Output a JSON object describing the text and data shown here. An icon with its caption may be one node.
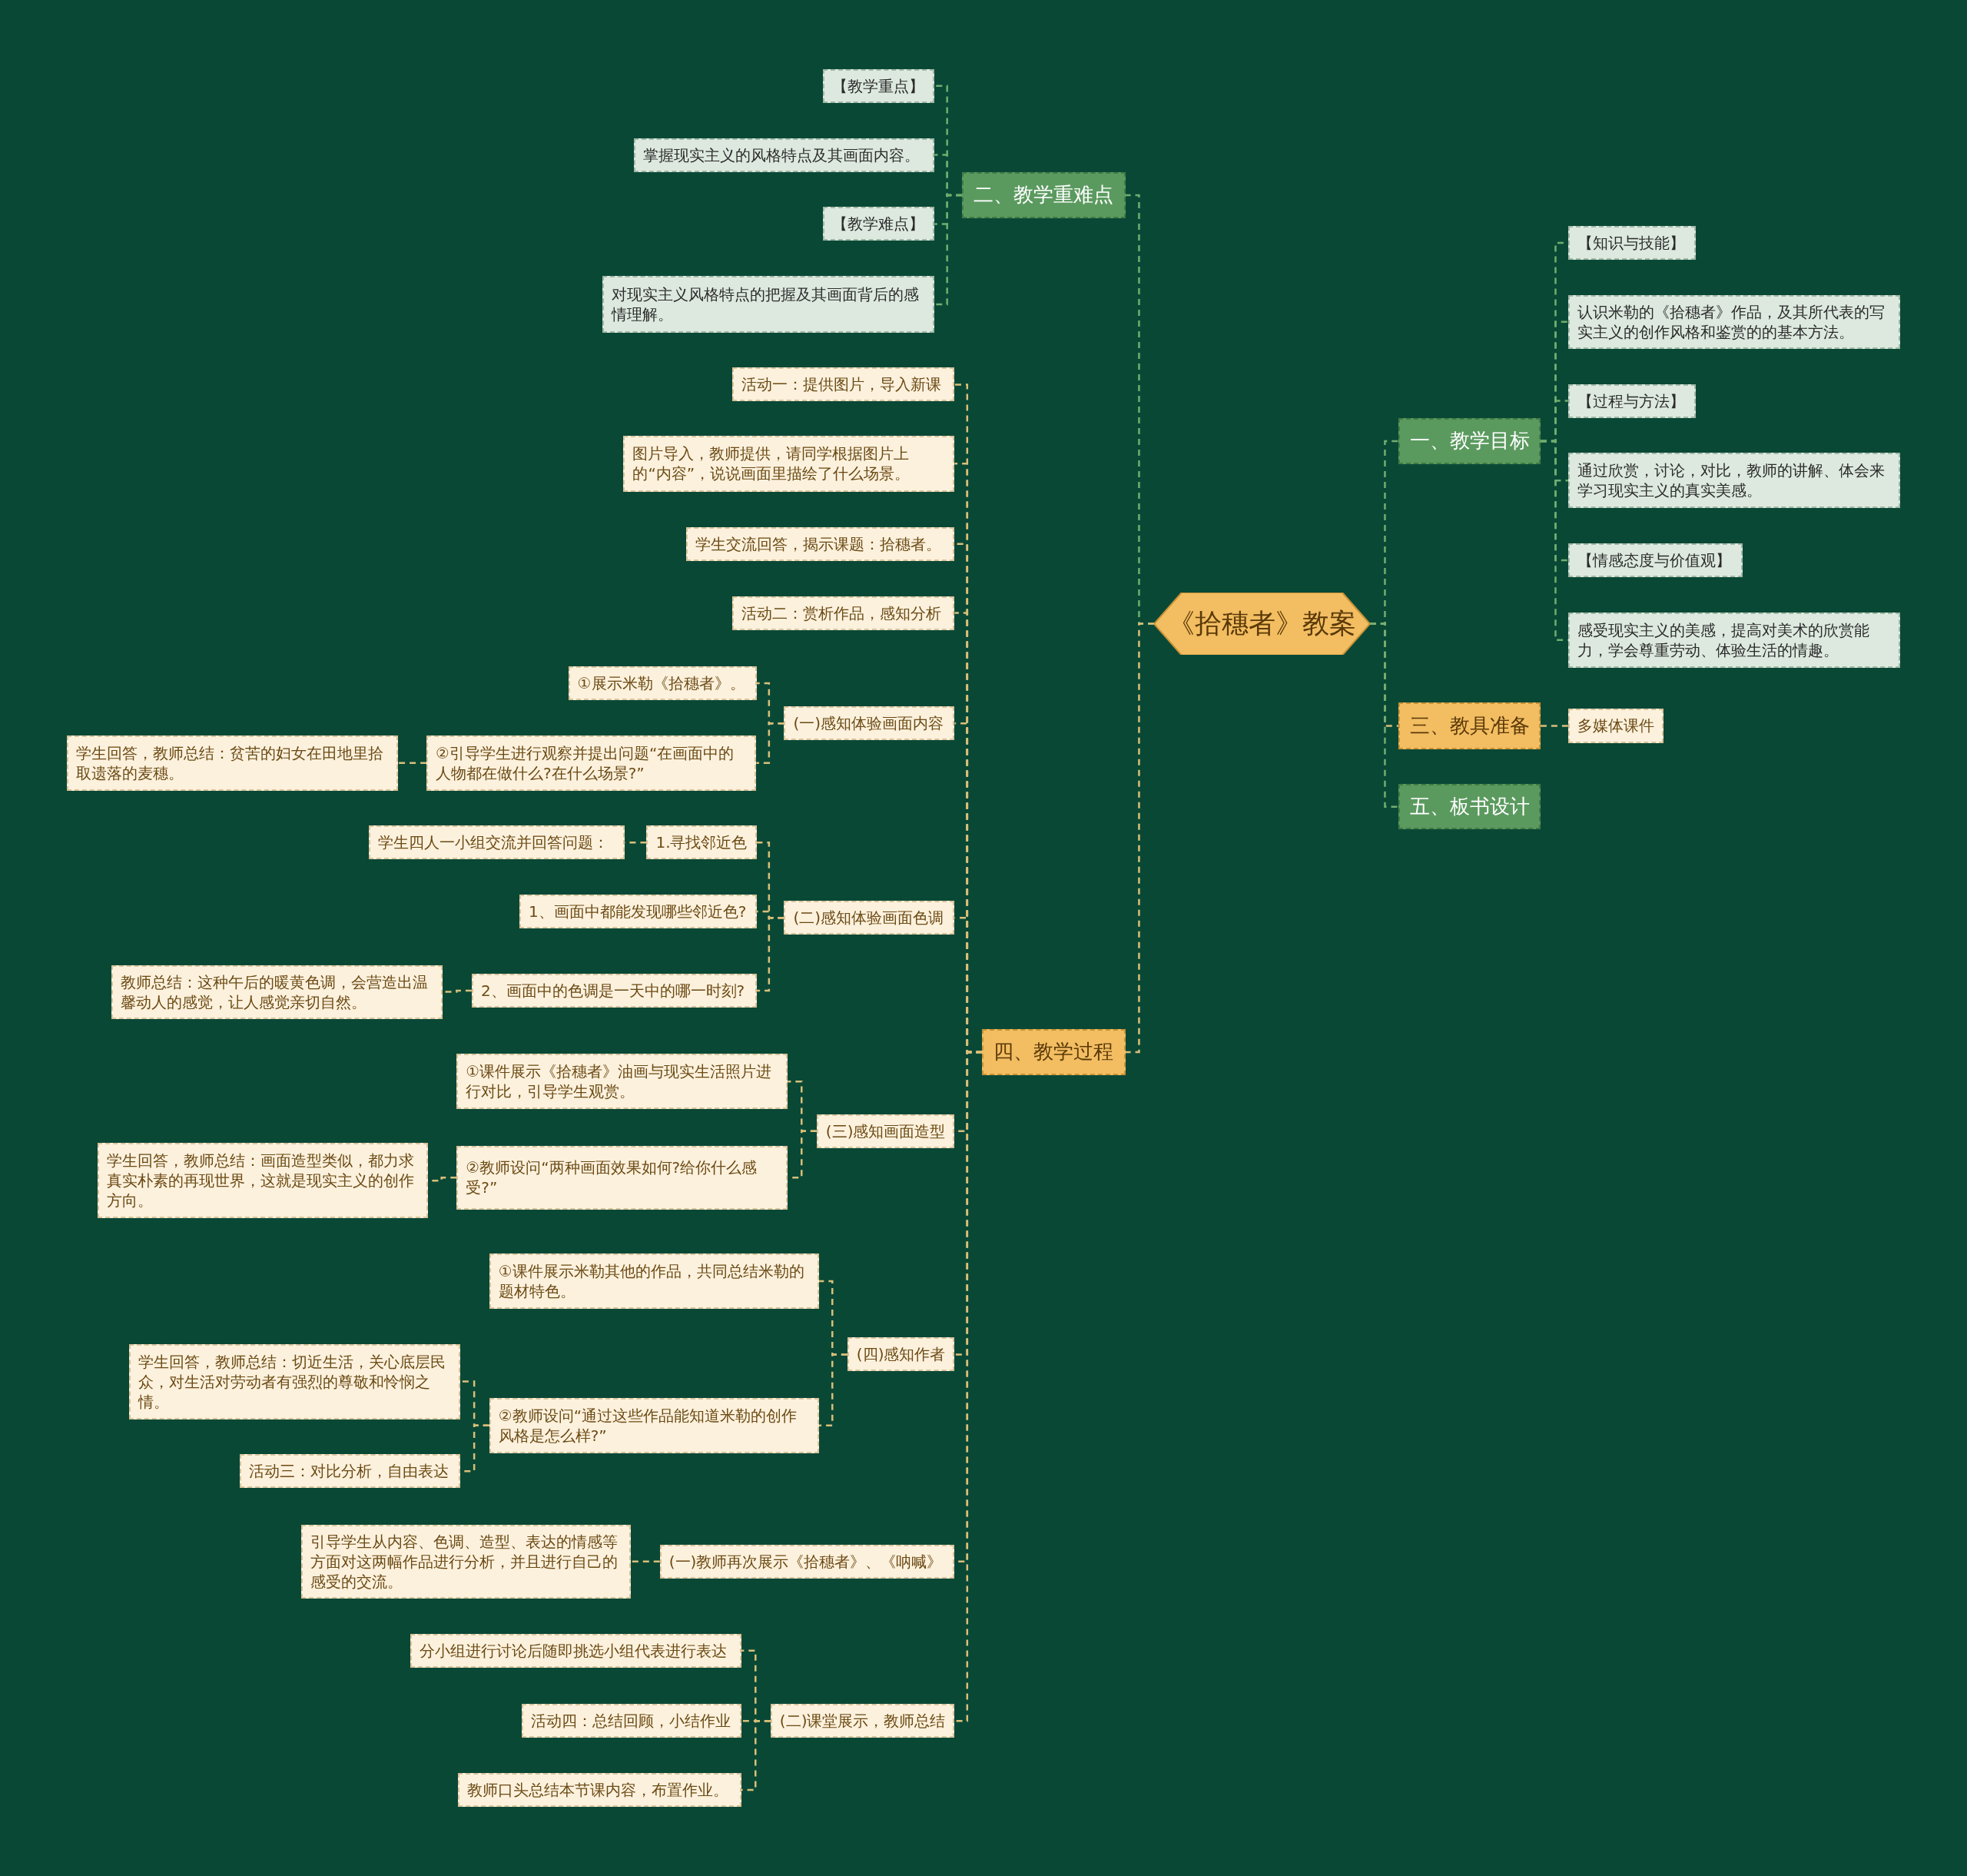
{
  "diagram": {
    "nodes": [
      {
        "text": [
          "《拾穗者》教案"
        ]
      },
      {
        "text": [
          "二、教学重难点"
        ]
      },
      {
        "text": [
          "【教学重点】"
        ]
      },
      {
        "text": [
          "掌握现实主义的风格特点及其画面内容。"
        ]
      },
      {
        "text": [
          "【教学难点】"
        ]
      },
      {
        "text": [
          "对现实主义风格特点的把握及其画面背后的感情理解。"
        ]
      },
      {
        "text": [
          "一、教学目标"
        ]
      },
      {
        "text": [
          "【知识与技能】"
        ]
      },
      {
        "text": [
          "认识米勒的《拾穗者》作品，及其所代表的写实主义的创作风格和鉴赏的的基本方法。"
        ]
      },
      {
        "text": [
          "【过程与方法】"
        ]
      },
      {
        "text": [
          "通过欣赏，讨论，对比，教师的讲解、体会来学习现实主义的真实美感。"
        ]
      },
      {
        "text": [
          "【情感态度与价值观】"
        ]
      },
      {
        "text": [
          "感受现实主义的美感，提高对美术的欣赏能力，学会尊重劳动、体验生活的情趣。"
        ]
      },
      {
        "text": [
          "三、教具准备"
        ]
      },
      {
        "text": [
          "多媒体课件"
        ]
      },
      {
        "text": [
          "五、板书设计"
        ]
      },
      {
        "text": [
          "四、教学过程"
        ]
      },
      {
        "text": [
          "活动一：提供图片，导入新课"
        ]
      },
      {
        "text": [
          "图片导入，教师提供，请同学根据图片上的“内容”，说说画面里描绘了什么场景。"
        ]
      },
      {
        "text": [
          "学生交流回答，揭示课题：拾穗者。"
        ]
      },
      {
        "text": [
          "活动二：赏析作品，感知分析"
        ]
      },
      {
        "text": [
          "(一)感知体验画面内容"
        ]
      },
      {
        "text": [
          "①展示米勒《拾穗者》。"
        ]
      },
      {
        "text": [
          "②引导学生进行观察并提出问题“在画面中的人物都在做什么?在什么场景?”"
        ]
      },
      {
        "text": [
          "学生回答，教师总结：贫苦的妇女在田地里拾取遗落的麦穗。"
        ]
      },
      {
        "text": [
          "(二)感知体验画面色调"
        ]
      },
      {
        "text": [
          "1.寻找邻近色"
        ]
      },
      {
        "text": [
          "学生四人一小组交流并回答问题："
        ]
      },
      {
        "text": [
          "1、画面中都能发现哪些邻近色?"
        ]
      },
      {
        "text": [
          "2、画面中的色调是一天中的哪一时刻?"
        ]
      },
      {
        "text": [
          "教师总结：这种午后的暖黄色调，会营造出温馨动人的感觉，让人感觉亲切自然。"
        ]
      },
      {
        "text": [
          "(三)感知画面造型"
        ]
      },
      {
        "text": [
          "①课件展示《拾穗者》油画与现实生活照片进行对比，引导学生观赏。"
        ]
      },
      {
        "text": [
          "②教师设问“两种画面效果如何?给你什么感受?”"
        ]
      },
      {
        "text": [
          "学生回答，教师总结：画面造型类似，都力求真实朴素的再现世界，这就是现实主义的创作方向。"
        ]
      },
      {
        "text": [
          "(四)感知作者"
        ]
      },
      {
        "text": [
          "①课件展示米勒其他的作品，共同总结米勒的题材特色。"
        ]
      },
      {
        "text": [
          "②教师设问“通过这些作品能知道米勒的创作风格是怎么样?”"
        ]
      },
      {
        "text": [
          "学生回答，教师总结：切近生活，关心底层民众，对生活对劳动者有强烈的尊敬和怜悯之情。"
        ]
      },
      {
        "text": [
          "活动三：对比分析，自由表达"
        ]
      },
      {
        "text": [
          "(一)教师再次展示《拾穗者》、《呐喊》"
        ]
      },
      {
        "text": [
          "引导学生从内容、色调、造型、表达的情感等方面对这两幅作品进行分析，并且进行自己的感受的交流。"
        ]
      },
      {
        "text": [
          "(二)课堂展示，教师总结"
        ]
      },
      {
        "text": [
          "分小组进行讨论后随即挑选小组代表进行表达"
        ]
      },
      {
        "text": [
          "活动四：总结回顾，小结作业"
        ]
      },
      {
        "text": [
          "教师口头总结本节课内容，布置作业。"
        ]
      }
    ],
    "edges": [
      {
        "from": 0,
        "to": 1,
        "arrow": "none",
        "style": "dashed",
        "color": "#6fae6f"
      },
      {
        "from": 0,
        "to": 6,
        "arrow": "none",
        "style": "dashed",
        "color": "#6fae6f"
      },
      {
        "from": 0,
        "to": 13,
        "arrow": "none",
        "style": "dashed"
      },
      {
        "from": 0,
        "to": 15,
        "arrow": "none",
        "style": "dashed",
        "color": "#6fae6f"
      },
      {
        "from": 0,
        "to": 16,
        "arrow": "none",
        "style": "dashed"
      },
      {
        "from": 1,
        "to": 2,
        "arrow": "none",
        "style": "dashed",
        "color": "#6fae6f"
      },
      {
        "from": 1,
        "to": 3,
        "arrow": "none",
        "style": "dashed",
        "color": "#6fae6f"
      },
      {
        "from": 1,
        "to": 4,
        "arrow": "none",
        "style": "dashed",
        "color": "#6fae6f"
      },
      {
        "from": 1,
        "to": 5,
        "arrow": "none",
        "style": "dashed",
        "color": "#6fae6f"
      },
      {
        "from": 6,
        "to": 7,
        "arrow": "none",
        "style": "dashed",
        "color": "#6fae6f"
      },
      {
        "from": 6,
        "to": 8,
        "arrow": "none",
        "style": "dashed",
        "color": "#6fae6f"
      },
      {
        "from": 6,
        "to": 9,
        "arrow": "none",
        "style": "dashed",
        "color": "#6fae6f"
      },
      {
        "from": 6,
        "to": 10,
        "arrow": "none",
        "style": "dashed",
        "color": "#6fae6f"
      },
      {
        "from": 6,
        "to": 11,
        "arrow": "none",
        "style": "dashed",
        "color": "#6fae6f"
      },
      {
        "from": 6,
        "to": 12,
        "arrow": "none",
        "style": "dashed",
        "color": "#6fae6f"
      },
      {
        "from": 13,
        "to": 14,
        "arrow": "none",
        "style": "dashed"
      },
      {
        "from": 16,
        "to": 17,
        "arrow": "none",
        "style": "dashed"
      },
      {
        "from": 16,
        "to": 18,
        "arrow": "none",
        "style": "dashed"
      },
      {
        "from": 16,
        "to": 19,
        "arrow": "none",
        "style": "dashed"
      },
      {
        "from": 16,
        "to": 20,
        "arrow": "none",
        "style": "dashed"
      },
      {
        "from": 16,
        "to": 21,
        "arrow": "none",
        "style": "dashed"
      },
      {
        "from": 21,
        "to": 22,
        "arrow": "none",
        "style": "dashed"
      },
      {
        "from": 21,
        "to": 23,
        "arrow": "none",
        "style": "dashed"
      },
      {
        "from": 23,
        "to": 24,
        "arrow": "none",
        "style": "dashed"
      },
      {
        "from": 16,
        "to": 25,
        "arrow": "none",
        "style": "dashed"
      },
      {
        "from": 25,
        "to": 26,
        "arrow": "none",
        "style": "dashed"
      },
      {
        "from": 26,
        "to": 27,
        "arrow": "none",
        "style": "dashed"
      },
      {
        "from": 25,
        "to": 28,
        "arrow": "none",
        "style": "dashed"
      },
      {
        "from": 25,
        "to": 29,
        "arrow": "none",
        "style": "dashed"
      },
      {
        "from": 29,
        "to": 30,
        "arrow": "none",
        "style": "dashed"
      },
      {
        "from": 16,
        "to": 31,
        "arrow": "none",
        "style": "dashed"
      },
      {
        "from": 31,
        "to": 32,
        "arrow": "none",
        "style": "dashed"
      },
      {
        "from": 31,
        "to": 33,
        "arrow": "none",
        "style": "dashed"
      },
      {
        "from": 33,
        "to": 34,
        "arrow": "none",
        "style": "dashed"
      },
      {
        "from": 16,
        "to": 35,
        "arrow": "none",
        "style": "dashed"
      },
      {
        "from": 35,
        "to": 36,
        "arrow": "none",
        "style": "dashed"
      },
      {
        "from": 35,
        "to": 37,
        "arrow": "none",
        "style": "dashed"
      },
      {
        "from": 37,
        "to": 38,
        "arrow": "none",
        "style": "dashed"
      },
      {
        "from": 37,
        "to": 39,
        "arrow": "none",
        "style": "dashed"
      },
      {
        "from": 16,
        "to": 40,
        "arrow": "none",
        "style": "dashed"
      },
      {
        "from": 40,
        "to": 41,
        "arrow": "none",
        "style": "dashed"
      },
      {
        "from": 16,
        "to": 42,
        "arrow": "none",
        "style": "dashed"
      },
      {
        "from": 42,
        "to": 43,
        "arrow": "none",
        "style": "dashed"
      },
      {
        "from": 42,
        "to": 44,
        "arrow": "none",
        "style": "dashed"
      },
      {
        "from": 42,
        "to": 45,
        "arrow": "none",
        "style": "dashed"
      }
    ]
  }
}
